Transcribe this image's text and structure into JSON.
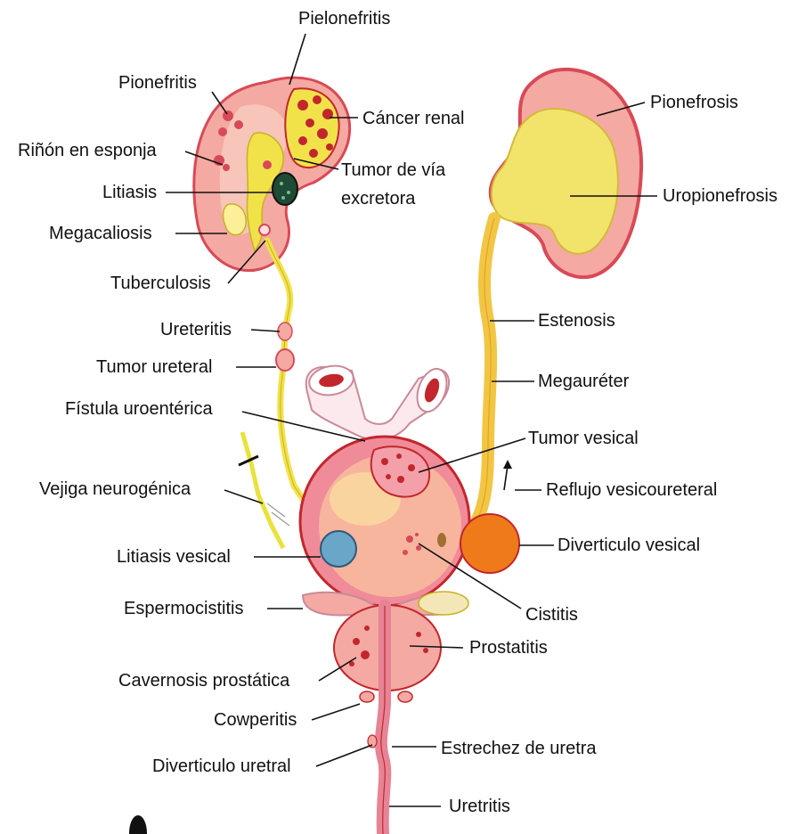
{
  "labels": {
    "pielonefritis": "Pielonefritis",
    "pionefritis": "Pionefritis",
    "cancer_renal": "Cáncer renal",
    "rinon_esponja": "Riñón en esponja",
    "tumor_via_1": "Tumor de vía",
    "tumor_via_2": "excretora",
    "litiasis": "Litiasis",
    "megacaliosis": "Megacaliosis",
    "tuberculosis": "Tuberculosis",
    "ureteritis": "Ureteritis",
    "tumor_ureteral": "Tumor ureteral",
    "fistula": "Fístula uroentérica",
    "vejiga_neuro": "Vejiga neurogénica",
    "litiasis_vesical": "Litiasis vesical",
    "espermocistitis": "Espermocistitis",
    "cavernosis": "Cavernosis prostática",
    "cowperitis": "Cowperitis",
    "diverticulo_uretral": "Diverticulo uretral",
    "pionefrosis": "Pionefrosis",
    "uropionefrosis": "Uropionefrosis",
    "estenosis": "Estenosis",
    "megaureter": "Megauréter",
    "tumor_vesical": "Tumor vesical",
    "reflujo": "Reflujo vesicoureteral",
    "diverticulo_vesical": "Diverticulo vesical",
    "cistitis": "Cistitis",
    "prostatitis": "Prostatitis",
    "estrechez": "Estrechez de uretra",
    "uretritis": "Uretritis"
  },
  "colors": {
    "kidney_pink": "#f4a9a2",
    "kidney_dark": "#d84a57",
    "yellow": "#f2e24a",
    "orange": "#f39a2a",
    "bladder": "#f08b99",
    "intestine": "#fbe9ee",
    "stone": "#6aa6c8"
  }
}
